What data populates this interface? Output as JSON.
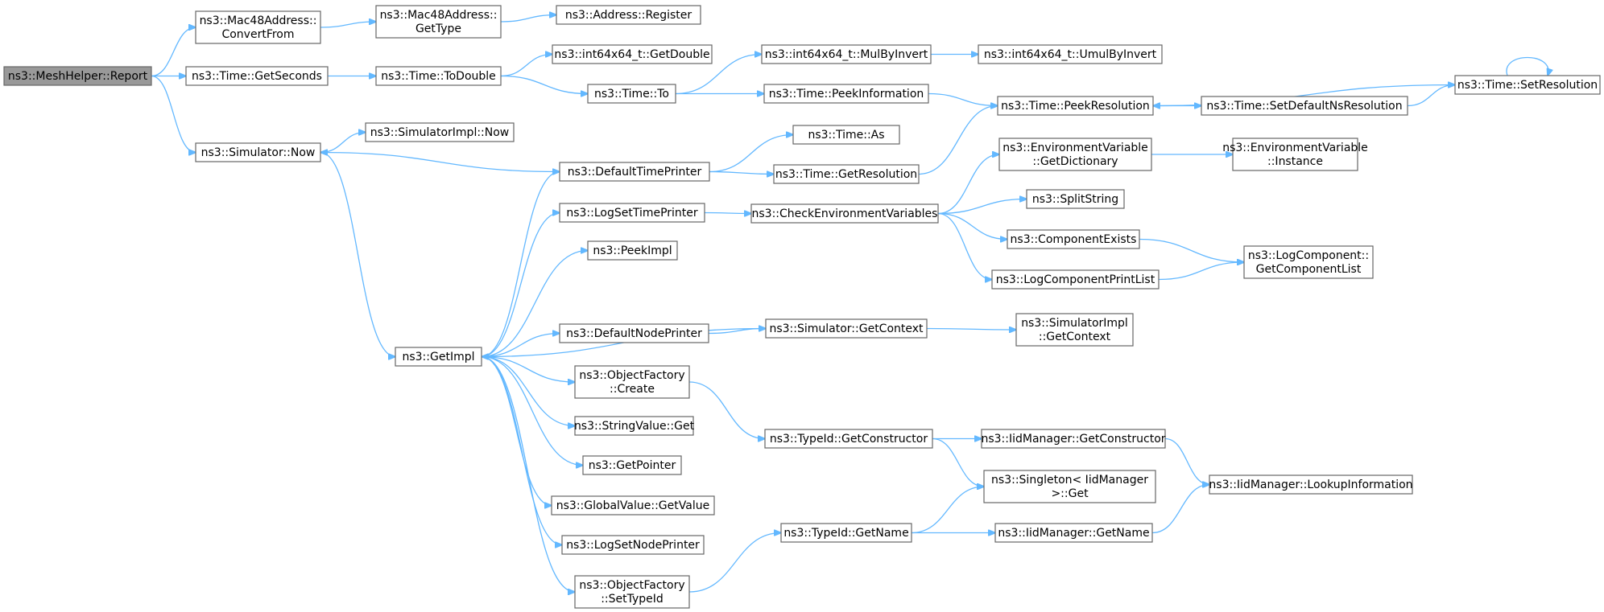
{
  "diagram": {
    "title": "",
    "nodes": [
      {
        "id": "report",
        "lines": [
          "ns3::MeshHelper::Report"
        ],
        "root": true
      },
      {
        "id": "mac_convert",
        "lines": [
          "ns3::Mac48Address::",
          "ConvertFrom"
        ]
      },
      {
        "id": "mac_gettype",
        "lines": [
          "ns3::Mac48Address::",
          "GetType"
        ]
      },
      {
        "id": "addr_register",
        "lines": [
          "ns3::Address::Register"
        ]
      },
      {
        "id": "time_getseconds",
        "lines": [
          "ns3::Time::GetSeconds"
        ]
      },
      {
        "id": "time_todouble",
        "lines": [
          "ns3::Time::ToDouble"
        ]
      },
      {
        "id": "i64_getdouble",
        "lines": [
          "ns3::int64x64_t::GetDouble"
        ]
      },
      {
        "id": "time_to",
        "lines": [
          "ns3::Time::To"
        ]
      },
      {
        "id": "i64_mulbyinvert",
        "lines": [
          "ns3::int64x64_t::MulByInvert"
        ]
      },
      {
        "id": "i64_umulbyinvert",
        "lines": [
          "ns3::int64x64_t::UmulByInvert"
        ]
      },
      {
        "id": "time_peekinfo",
        "lines": [
          "ns3::Time::PeekInformation"
        ]
      },
      {
        "id": "time_peekres",
        "lines": [
          "ns3::Time::PeekResolution"
        ]
      },
      {
        "id": "time_setdefaultns",
        "lines": [
          "ns3::Time::SetDefaultNsResolution"
        ]
      },
      {
        "id": "time_setres",
        "lines": [
          "ns3::Time::SetResolution"
        ]
      },
      {
        "id": "sim_now",
        "lines": [
          "ns3::Simulator::Now"
        ]
      },
      {
        "id": "simimpl_now",
        "lines": [
          "ns3::SimulatorImpl::Now"
        ]
      },
      {
        "id": "time_as",
        "lines": [
          "ns3::Time::As"
        ]
      },
      {
        "id": "default_time_printer",
        "lines": [
          "ns3::DefaultTimePrinter"
        ]
      },
      {
        "id": "time_getres",
        "lines": [
          "ns3::Time::GetResolution"
        ]
      },
      {
        "id": "env_getdict",
        "lines": [
          "ns3::EnvironmentVariable",
          "::GetDictionary"
        ]
      },
      {
        "id": "env_instance",
        "lines": [
          "ns3::EnvironmentVariable",
          "::Instance"
        ]
      },
      {
        "id": "log_settimeprinter",
        "lines": [
          "ns3::LogSetTimePrinter"
        ]
      },
      {
        "id": "check_env",
        "lines": [
          "ns3::CheckEnvironmentVariables"
        ]
      },
      {
        "id": "split_string",
        "lines": [
          "ns3::SplitString"
        ]
      },
      {
        "id": "component_exists",
        "lines": [
          "ns3::ComponentExists"
        ]
      },
      {
        "id": "logcomp_getlist",
        "lines": [
          "ns3::LogComponent::",
          "GetComponentList"
        ]
      },
      {
        "id": "logcomp_printlist",
        "lines": [
          "ns3::LogComponentPrintList"
        ]
      },
      {
        "id": "peekimpl",
        "lines": [
          "ns3::PeekImpl"
        ]
      },
      {
        "id": "getimpl",
        "lines": [
          "ns3::GetImpl"
        ]
      },
      {
        "id": "default_node_printer",
        "lines": [
          "ns3::DefaultNodePrinter"
        ]
      },
      {
        "id": "sim_getcontext",
        "lines": [
          "ns3::Simulator::GetContext"
        ]
      },
      {
        "id": "simimpl_getcontext",
        "lines": [
          "ns3::SimulatorImpl",
          "::GetContext"
        ]
      },
      {
        "id": "objfactory_create",
        "lines": [
          "ns3::ObjectFactory",
          "::Create"
        ]
      },
      {
        "id": "stringvalue_get",
        "lines": [
          "ns3::StringValue::Get"
        ]
      },
      {
        "id": "typeid_getconstructor",
        "lines": [
          "ns3::TypeId::GetConstructor"
        ]
      },
      {
        "id": "iid_getconstructor",
        "lines": [
          "ns3::IidManager::GetConstructor"
        ]
      },
      {
        "id": "getpointer",
        "lines": [
          "ns3::GetPointer"
        ]
      },
      {
        "id": "singleton_get",
        "lines": [
          "ns3::Singleton< IidManager",
          ">::Get"
        ]
      },
      {
        "id": "iid_lookupinfo",
        "lines": [
          "ns3::IidManager::LookupInformation"
        ]
      },
      {
        "id": "globalvalue_getvalue",
        "lines": [
          "ns3::GlobalValue::GetValue"
        ]
      },
      {
        "id": "typeid_getname",
        "lines": [
          "ns3::TypeId::GetName"
        ]
      },
      {
        "id": "iid_getname",
        "lines": [
          "ns3::IidManager::GetName"
        ]
      },
      {
        "id": "log_setnodeprinter",
        "lines": [
          "ns3::LogSetNodePrinter"
        ]
      },
      {
        "id": "objfactory_settypeid",
        "lines": [
          "ns3::ObjectFactory",
          "::SetTypeId"
        ]
      }
    ],
    "edges": [
      [
        "report",
        "mac_convert"
      ],
      [
        "report",
        "time_getseconds"
      ],
      [
        "report",
        "sim_now"
      ],
      [
        "mac_convert",
        "mac_gettype"
      ],
      [
        "mac_gettype",
        "addr_register"
      ],
      [
        "time_getseconds",
        "time_todouble"
      ],
      [
        "time_todouble",
        "i64_getdouble"
      ],
      [
        "time_todouble",
        "time_to"
      ],
      [
        "time_to",
        "i64_mulbyinvert"
      ],
      [
        "time_to",
        "time_peekinfo"
      ],
      [
        "i64_mulbyinvert",
        "i64_umulbyinvert"
      ],
      [
        "time_peekinfo",
        "time_peekres"
      ],
      [
        "time_peekres",
        "time_setdefaultns"
      ],
      [
        "time_setdefaultns",
        "time_setres"
      ],
      [
        "time_setres",
        "time_peekres"
      ],
      [
        "time_setres",
        "time_setres"
      ],
      [
        "sim_now",
        "simimpl_now"
      ],
      [
        "sim_now",
        "getimpl"
      ],
      [
        "default_time_printer",
        "sim_now"
      ],
      [
        "default_time_printer",
        "time_as"
      ],
      [
        "default_time_printer",
        "time_getres"
      ],
      [
        "time_getres",
        "time_peekres"
      ],
      [
        "getimpl",
        "default_time_printer"
      ],
      [
        "getimpl",
        "log_settimeprinter"
      ],
      [
        "getimpl",
        "peekimpl"
      ],
      [
        "getimpl",
        "default_node_printer"
      ],
      [
        "getimpl",
        "objfactory_create"
      ],
      [
        "getimpl",
        "stringvalue_get"
      ],
      [
        "getimpl",
        "getpointer"
      ],
      [
        "getimpl",
        "globalvalue_getvalue"
      ],
      [
        "getimpl",
        "log_setnodeprinter"
      ],
      [
        "getimpl",
        "objfactory_settypeid"
      ],
      [
        "log_settimeprinter",
        "check_env"
      ],
      [
        "check_env",
        "env_getdict"
      ],
      [
        "check_env",
        "split_string"
      ],
      [
        "check_env",
        "component_exists"
      ],
      [
        "check_env",
        "logcomp_printlist"
      ],
      [
        "env_getdict",
        "env_instance"
      ],
      [
        "component_exists",
        "logcomp_getlist"
      ],
      [
        "logcomp_printlist",
        "logcomp_getlist"
      ],
      [
        "default_node_printer",
        "sim_getcontext"
      ],
      [
        "sim_getcontext",
        "getimpl"
      ],
      [
        "sim_getcontext",
        "simimpl_getcontext"
      ],
      [
        "objfactory_create",
        "typeid_getconstructor"
      ],
      [
        "typeid_getconstructor",
        "iid_getconstructor"
      ],
      [
        "typeid_getconstructor",
        "singleton_get"
      ],
      [
        "iid_getconstructor",
        "iid_lookupinfo"
      ],
      [
        "typeid_getname",
        "singleton_get"
      ],
      [
        "typeid_getname",
        "iid_getname"
      ],
      [
        "iid_getname",
        "iid_lookupinfo"
      ],
      [
        "objfactory_settypeid",
        "typeid_getname"
      ]
    ]
  }
}
